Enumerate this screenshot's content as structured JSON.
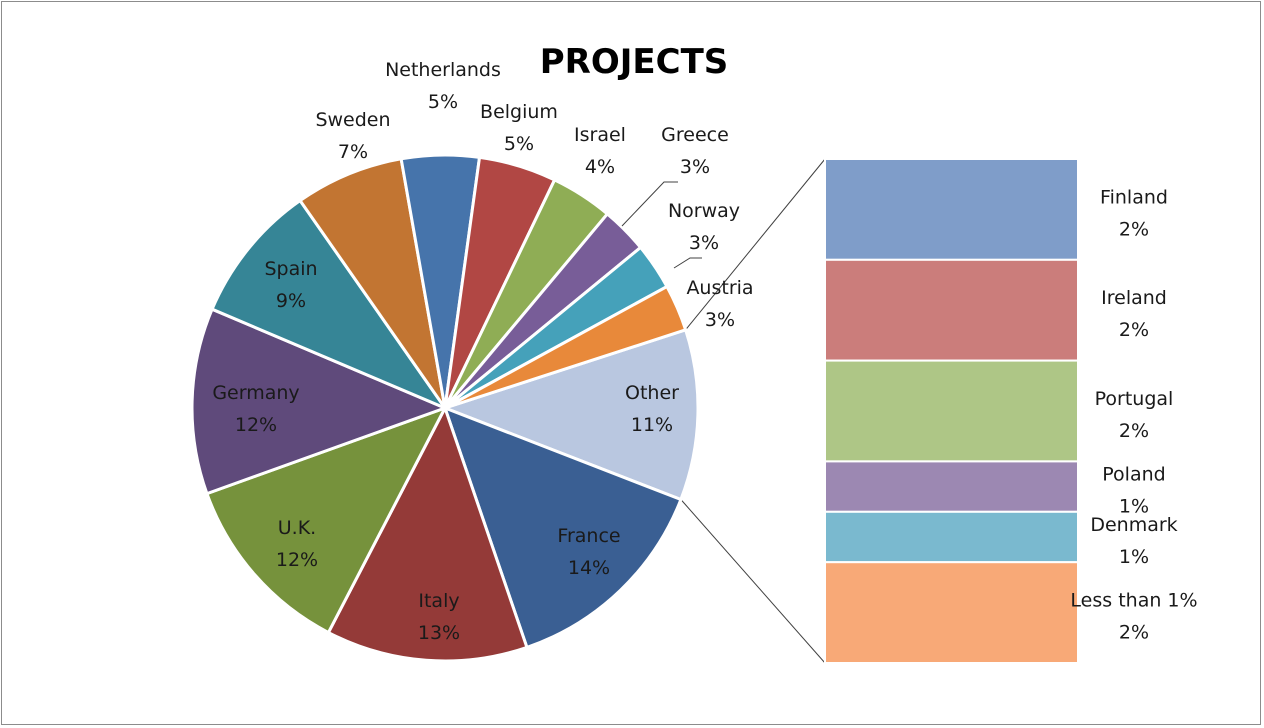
{
  "chart_data": {
    "type": "pie",
    "subtype": "bar-of-pie",
    "title": "PROJECTS",
    "slices": [
      {
        "label": "Other",
        "pct_label": "11%",
        "value": 11,
        "color": "#b9c7e0"
      },
      {
        "label": "France",
        "pct_label": "14%",
        "value": 14,
        "color": "#3a5f93"
      },
      {
        "label": "Italy",
        "pct_label": "13%",
        "value": 13,
        "color": "#943a38"
      },
      {
        "label": "U.K.",
        "pct_label": "12%",
        "value": 12,
        "color": "#76923c"
      },
      {
        "label": "Germany",
        "pct_label": "12%",
        "value": 12,
        "color": "#5f4a7b"
      },
      {
        "label": "Spain",
        "pct_label": "9%",
        "value": 9,
        "color": "#368596"
      },
      {
        "label": "Sweden",
        "pct_label": "7%",
        "value": 7,
        "color": "#c27532"
      },
      {
        "label": "Netherlands",
        "pct_label": "5%",
        "value": 5,
        "color": "#4674ab"
      },
      {
        "label": "Belgium",
        "pct_label": "5%",
        "value": 5,
        "color": "#b14744"
      },
      {
        "label": "Israel",
        "pct_label": "4%",
        "value": 4,
        "color": "#8fad55"
      },
      {
        "label": "Greece",
        "pct_label": "3%",
        "value": 3,
        "color": "#785d98"
      },
      {
        "label": "Norway",
        "pct_label": "3%",
        "value": 3,
        "color": "#45a1ba"
      },
      {
        "label": "Austria",
        "pct_label": "3%",
        "value": 3,
        "color": "#e8893a"
      }
    ],
    "breakdown_of": "Other",
    "breakdown": [
      {
        "label": "Finland",
        "pct_label": "2%",
        "value": 2,
        "color": "#7f9dc9"
      },
      {
        "label": "Ireland",
        "pct_label": "2%",
        "value": 2,
        "color": "#cb7d7b"
      },
      {
        "label": "Portugal",
        "pct_label": "2%",
        "value": 2,
        "color": "#aec686"
      },
      {
        "label": "Poland",
        "pct_label": "1%",
        "value": 1,
        "color": "#9c88b2"
      },
      {
        "label": "Denmark",
        "pct_label": "1%",
        "value": 1,
        "color": "#7ab9cf"
      },
      {
        "label": "Less than 1%",
        "pct_label": "2%",
        "value": 2,
        "color": "#f8a977"
      }
    ],
    "legend": "none"
  }
}
